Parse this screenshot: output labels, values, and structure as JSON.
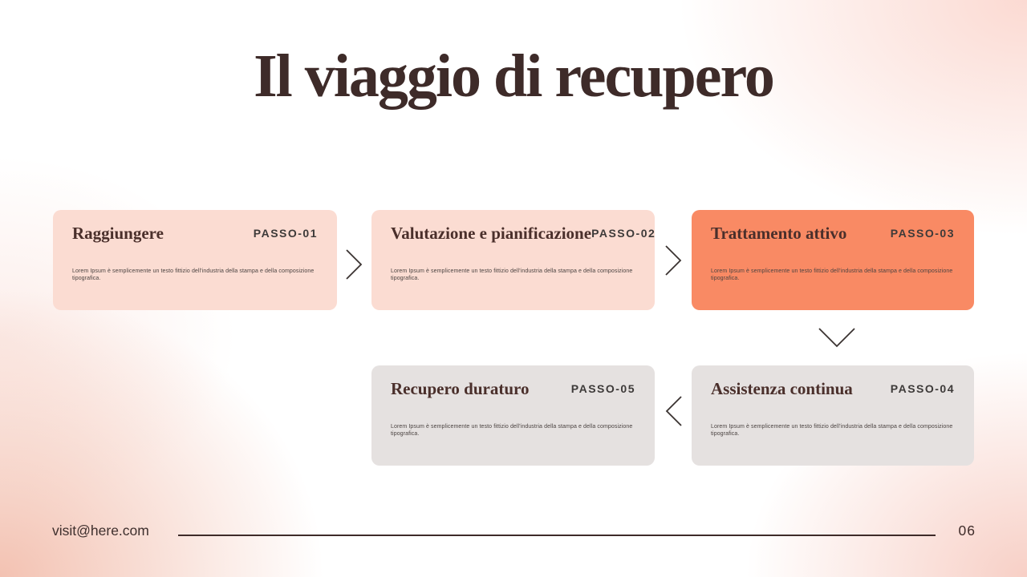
{
  "slide": {
    "title": "Il viaggio di recupero",
    "footer_email": "visit@here.com",
    "page_number": "06"
  },
  "steps": [
    {
      "title": "Raggiungere",
      "badge": "PASSO-01",
      "body": "Lorem Ipsum è semplicemente un testo fittizio dell'industria della stampa e della composizione tipografica.",
      "variant": "pink"
    },
    {
      "title": "Valutazione e pianificazione",
      "badge": "PASSO-02",
      "body": "Lorem Ipsum è semplicemente un testo fittizio dell'industria della stampa e della composizione tipografica.",
      "variant": "pink"
    },
    {
      "title": "Trattamento attivo",
      "badge": "PASSO-03",
      "body": "Lorem Ipsum è semplicemente un testo fittizio dell'industria della stampa e della composizione tipografica.",
      "variant": "orange"
    },
    {
      "title": "Assistenza continua",
      "badge": "PASSO-04",
      "body": "Lorem Ipsum è semplicemente un testo fittizio dell'industria della stampa e della composizione tipografica.",
      "variant": "gray"
    },
    {
      "title": "Recupero duraturo",
      "badge": "PASSO-05",
      "body": "Lorem Ipsum è semplicemente un testo fittizio dell'industria della stampa e della composizione tipografica.",
      "variant": "gray"
    }
  ],
  "colors": {
    "card_pink": "#fbdcd2",
    "card_orange": "#f98a64",
    "card_gray": "#e5e1e0",
    "title_brown": "#3e2b29",
    "arrow_stroke": "#3a3331"
  }
}
